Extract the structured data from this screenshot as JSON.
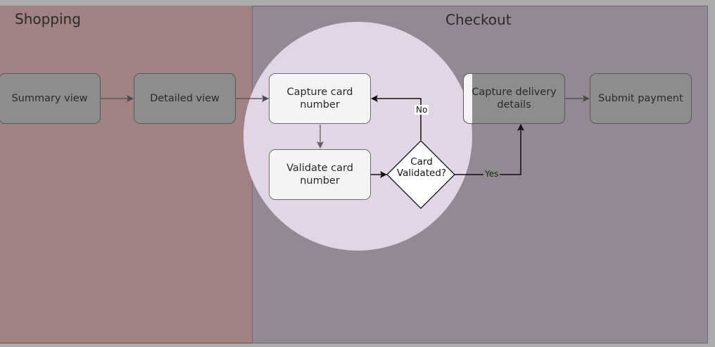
{
  "lanes": {
    "shopping": {
      "title": "Shopping"
    },
    "checkout": {
      "title": "Checkout"
    }
  },
  "nodes": {
    "summary_view": "Summary view",
    "detailed_view": "Detailed view",
    "capture_card_number": "Capture card number",
    "validate_card_number": "Validate card number",
    "card_validated": "Card Validated?",
    "capture_delivery_details": "Capture delivery details",
    "submit_payment": "Submit payment"
  },
  "edge_labels": {
    "no": "No",
    "yes": "Yes"
  },
  "colors": {
    "shopping_lane": "#a08282",
    "checkout_lane": "#938893",
    "spotlight": "#e2d5e6",
    "dimmed_node": "#8d8d8d",
    "highlighted_node": "#f4f4f4"
  }
}
